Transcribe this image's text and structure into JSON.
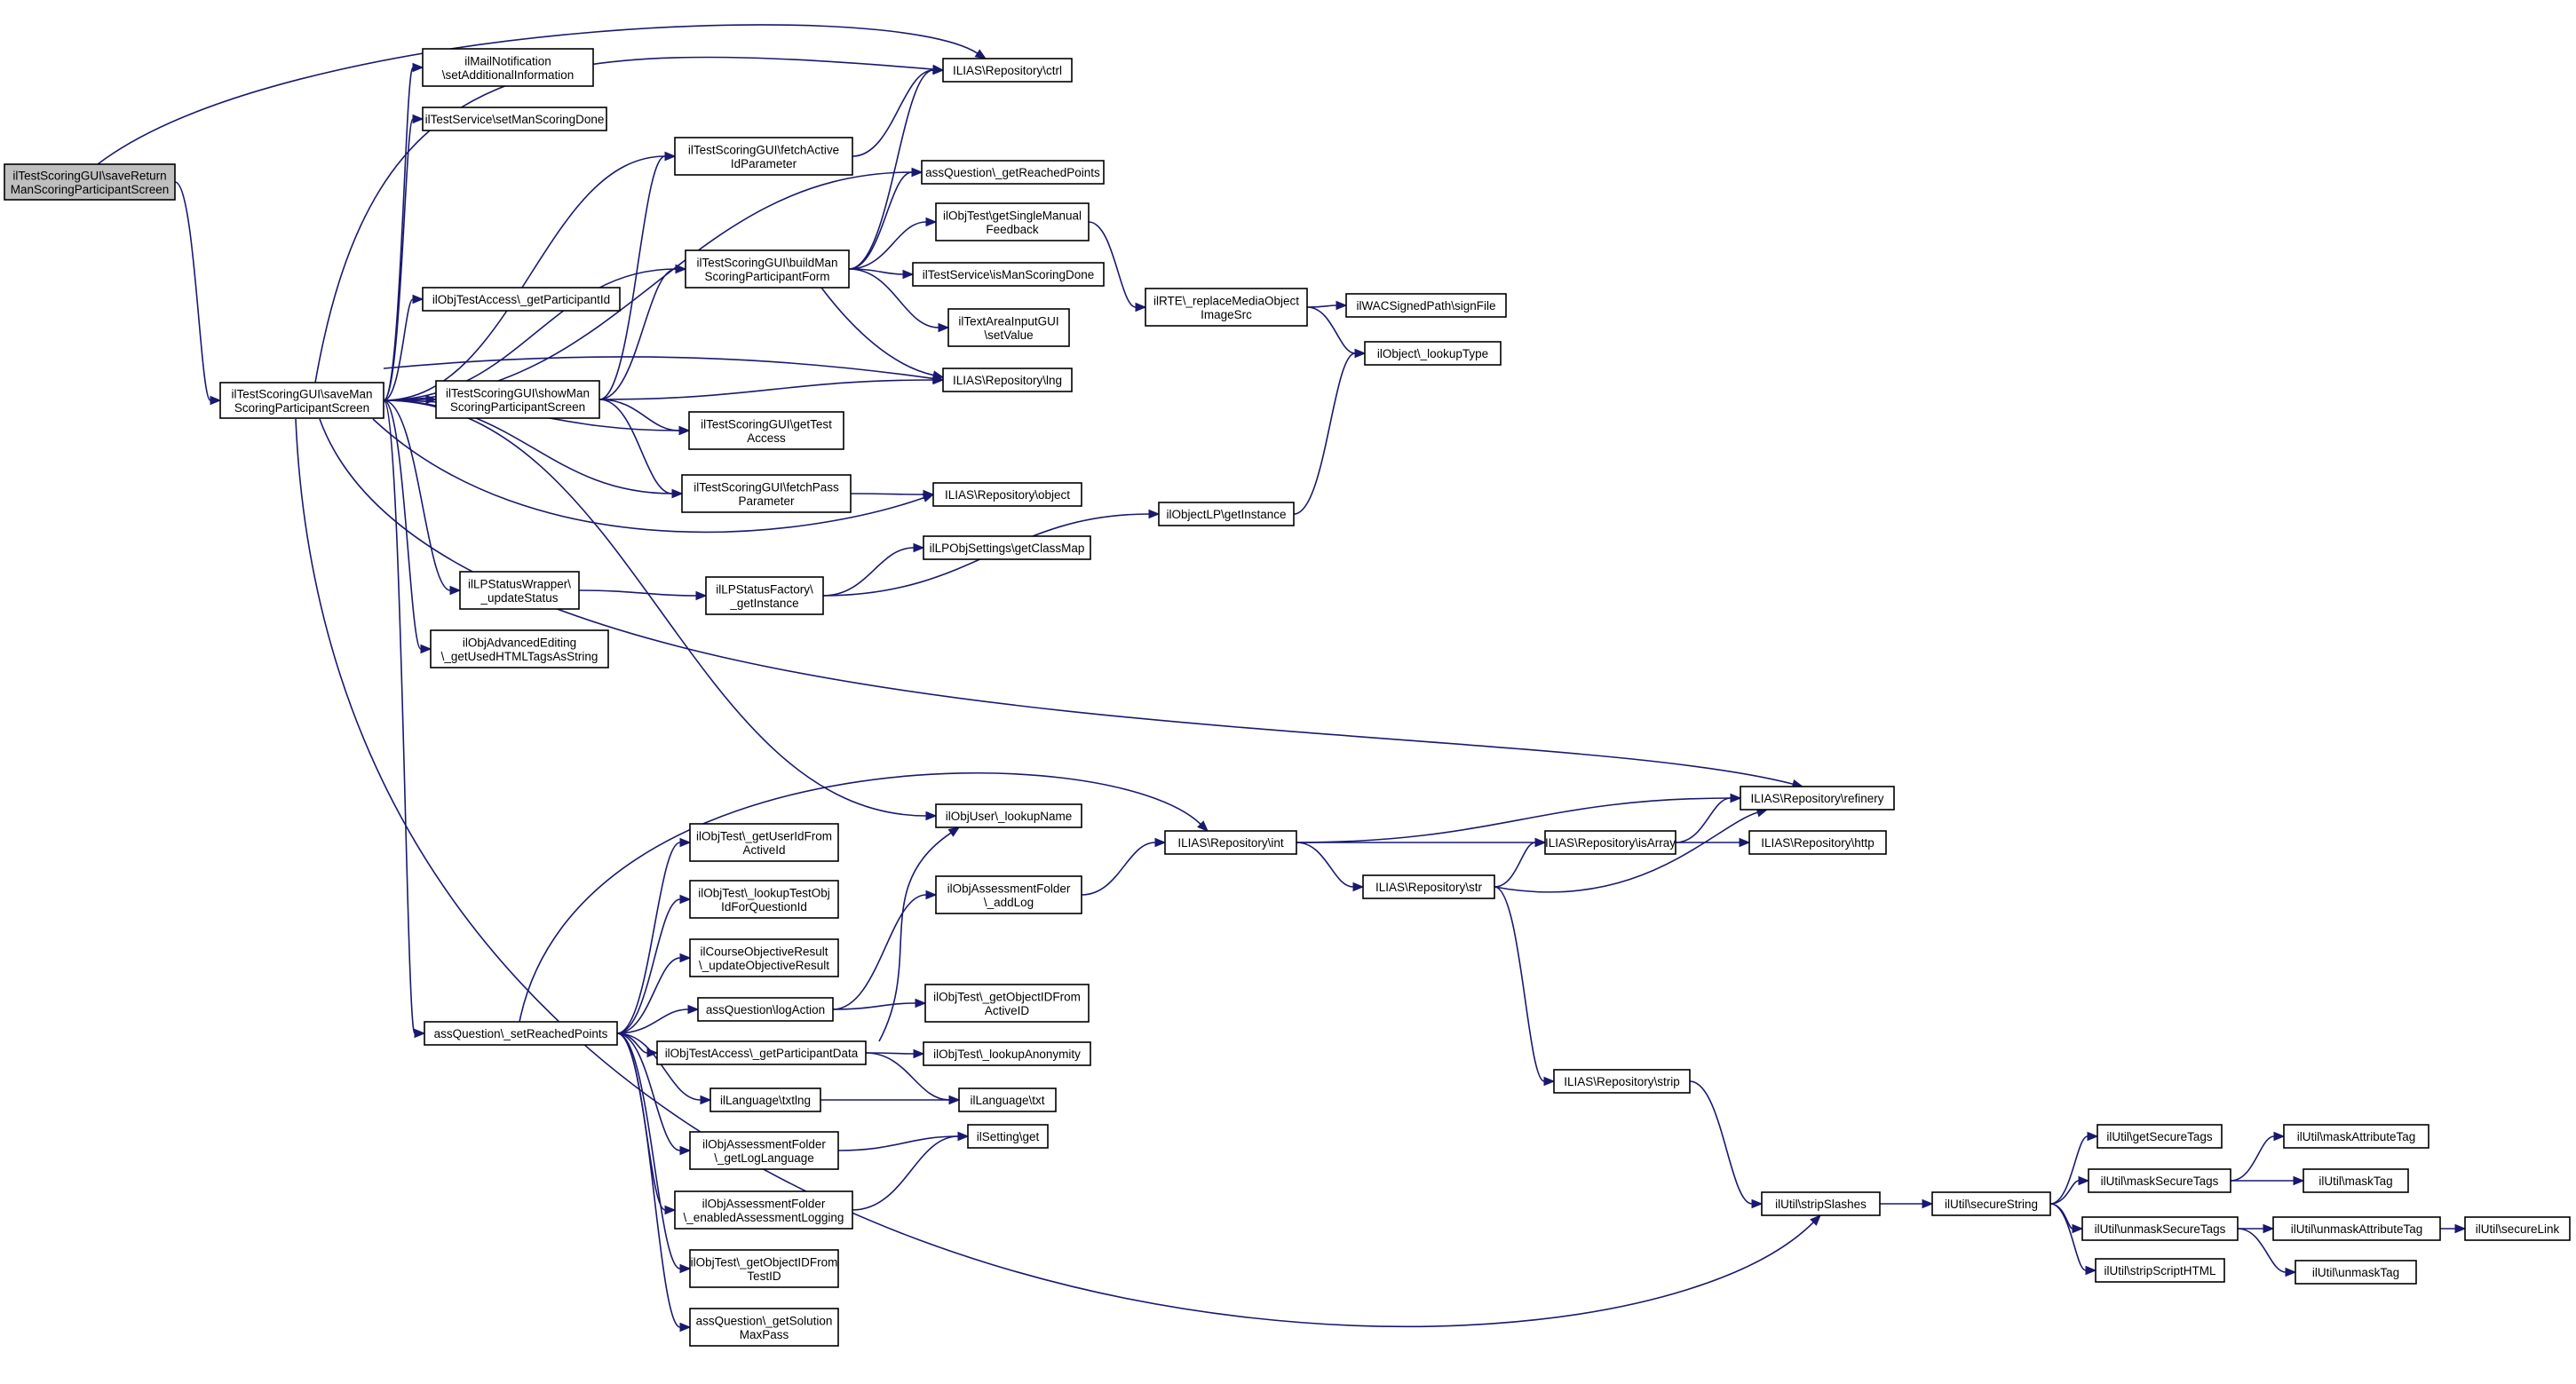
{
  "graph": {
    "colors": {
      "edge": "#191970",
      "node_border": "#000000",
      "node_fill": "#ffffff",
      "root_fill": "#bfbfbf"
    },
    "nodes": [
      {
        "id": "saveReturn",
        "lines": [
          "ilTestScoringGUI\\saveReturn",
          "ManScoringParticipantScreen"
        ],
        "root": true
      },
      {
        "id": "saveMan",
        "lines": [
          "ilTestScoringGUI\\saveMan",
          "ScoringParticipantScreen"
        ]
      },
      {
        "id": "ctrl",
        "lines": [
          "ILIAS\\Repository\\ctrl"
        ]
      },
      {
        "id": "mailNotif",
        "lines": [
          "ilMailNotification",
          "\\setAdditionalInformation"
        ]
      },
      {
        "id": "setManScoringDone",
        "lines": [
          "ilTestService\\setManScoringDone"
        ]
      },
      {
        "id": "fetchActiveId",
        "lines": [
          "ilTestScoringGUI\\fetchActive",
          "IdParameter"
        ]
      },
      {
        "id": "getReachedPoints",
        "lines": [
          "assQuestion\\_getReachedPoints"
        ]
      },
      {
        "id": "getSingleManualFeedback",
        "lines": [
          "ilObjTest\\getSingleManual",
          "Feedback"
        ]
      },
      {
        "id": "buildMan",
        "lines": [
          "ilTestScoringGUI\\buildMan",
          "ScoringParticipantForm"
        ]
      },
      {
        "id": "isManScoringDone",
        "lines": [
          "ilTestService\\isManScoringDone"
        ]
      },
      {
        "id": "replaceMedia",
        "lines": [
          "ilRTE\\_replaceMediaObject",
          "ImageSrc"
        ]
      },
      {
        "id": "signFile",
        "lines": [
          "ilWACSignedPath\\signFile"
        ]
      },
      {
        "id": "getParticipantId",
        "lines": [
          "ilObjTestAccess\\_getParticipantId"
        ]
      },
      {
        "id": "textAreaSetValue",
        "lines": [
          "ilTextAreaInputGUI",
          "\\setValue"
        ]
      },
      {
        "id": "lookupType",
        "lines": [
          "ilObject\\_lookupType"
        ]
      },
      {
        "id": "showMan",
        "lines": [
          "ilTestScoringGUI\\showMan",
          "ScoringParticipantScreen"
        ]
      },
      {
        "id": "lng",
        "lines": [
          "ILIAS\\Repository\\lng"
        ]
      },
      {
        "id": "getTestAccess",
        "lines": [
          "ilTestScoringGUI\\getTest",
          "Access"
        ]
      },
      {
        "id": "fetchPass",
        "lines": [
          "ilTestScoringGUI\\fetchPass",
          "Parameter"
        ]
      },
      {
        "id": "object",
        "lines": [
          "ILIAS\\Repository\\object"
        ]
      },
      {
        "id": "objectLPGetInstance",
        "lines": [
          "ilObjectLP\\getInstance"
        ]
      },
      {
        "id": "getClassMap",
        "lines": [
          "ilLPObjSettings\\getClassMap"
        ]
      },
      {
        "id": "updateStatus",
        "lines": [
          "ilLPStatusWrapper\\",
          "_updateStatus"
        ]
      },
      {
        "id": "lpStatusFactory",
        "lines": [
          "ilLPStatusFactory\\",
          "_getInstance"
        ]
      },
      {
        "id": "usedHTMLTags",
        "lines": [
          "ilObjAdvancedEditing",
          "\\_getUsedHTMLTagsAsString"
        ]
      },
      {
        "id": "refinery",
        "lines": [
          "ILIAS\\Repository\\refinery"
        ]
      },
      {
        "id": "lookupName",
        "lines": [
          "ilObjUser\\_lookupName"
        ]
      },
      {
        "id": "int",
        "lines": [
          "ILIAS\\Repository\\int"
        ]
      },
      {
        "id": "isArray",
        "lines": [
          "ILIAS\\Repository\\isArray"
        ]
      },
      {
        "id": "http",
        "lines": [
          "ILIAS\\Repository\\http"
        ]
      },
      {
        "id": "getUserIdFromActiveId",
        "lines": [
          "ilObjTest\\_getUserIdFrom",
          "ActiveId"
        ]
      },
      {
        "id": "lookupTestObjId",
        "lines": [
          "ilObjTest\\_lookupTestObj",
          "IdForQuestionId"
        ]
      },
      {
        "id": "addLog",
        "lines": [
          "ilObjAssessmentFolder",
          "\\_addLog"
        ]
      },
      {
        "id": "str",
        "lines": [
          "ILIAS\\Repository\\str"
        ]
      },
      {
        "id": "updateObjectiveResult",
        "lines": [
          "ilCourseObjectiveResult",
          "\\_updateObjectiveResult"
        ]
      },
      {
        "id": "logAction",
        "lines": [
          "assQuestion\\logAction"
        ]
      },
      {
        "id": "getObjectIdFromActiveId",
        "lines": [
          "ilObjTest\\_getObjectIDFrom",
          "ActiveID"
        ]
      },
      {
        "id": "setReachedPoints",
        "lines": [
          "assQuestion\\_setReachedPoints"
        ]
      },
      {
        "id": "getParticipantData",
        "lines": [
          "ilObjTestAccess\\_getParticipantData"
        ]
      },
      {
        "id": "lookupAnonymity",
        "lines": [
          "ilObjTest\\_lookupAnonymity"
        ]
      },
      {
        "id": "strip",
        "lines": [
          "ILIAS\\Repository\\strip"
        ]
      },
      {
        "id": "txtlng",
        "lines": [
          "ilLanguage\\txtlng"
        ]
      },
      {
        "id": "txt",
        "lines": [
          "ilLanguage\\txt"
        ]
      },
      {
        "id": "getLogLanguage",
        "lines": [
          "ilObjAssessmentFolder",
          "\\_getLogLanguage"
        ]
      },
      {
        "id": "settingGet",
        "lines": [
          "ilSetting\\get"
        ]
      },
      {
        "id": "enabledLogging",
        "lines": [
          "ilObjAssessmentFolder",
          "\\_enabledAssessmentLogging"
        ]
      },
      {
        "id": "getObjectIdFromTestId",
        "lines": [
          "ilObjTest\\_getObjectIDFrom",
          "TestID"
        ]
      },
      {
        "id": "getSolutionMaxPass",
        "lines": [
          "assQuestion\\_getSolution",
          "MaxPass"
        ]
      },
      {
        "id": "getSecureTags",
        "lines": [
          "ilUtil\\getSecureTags"
        ]
      },
      {
        "id": "maskAttributeTag",
        "lines": [
          "ilUtil\\maskAttributeTag"
        ]
      },
      {
        "id": "maskSecureTags",
        "lines": [
          "ilUtil\\maskSecureTags"
        ]
      },
      {
        "id": "maskTag",
        "lines": [
          "ilUtil\\maskTag"
        ]
      },
      {
        "id": "stripSlashes",
        "lines": [
          "ilUtil\\stripSlashes"
        ]
      },
      {
        "id": "secureString",
        "lines": [
          "ilUtil\\secureString"
        ]
      },
      {
        "id": "unmaskSecureTags",
        "lines": [
          "ilUtil\\unmaskSecureTags"
        ]
      },
      {
        "id": "unmaskAttributeTag",
        "lines": [
          "ilUtil\\unmaskAttributeTag"
        ]
      },
      {
        "id": "secureLink",
        "lines": [
          "ilUtil\\secureLink"
        ]
      },
      {
        "id": "stripScriptHTML",
        "lines": [
          "ilUtil\\stripScriptHTML"
        ]
      },
      {
        "id": "unmaskTag",
        "lines": [
          "ilUtil\\unmaskTag"
        ]
      }
    ],
    "edges": [
      [
        "saveReturn",
        "saveMan"
      ],
      [
        "saveReturn",
        "ctrl"
      ],
      [
        "saveMan",
        "ctrl"
      ],
      [
        "saveMan",
        "mailNotif"
      ],
      [
        "saveMan",
        "setManScoringDone"
      ],
      [
        "saveMan",
        "fetchActiveId"
      ],
      [
        "saveMan",
        "getReachedPoints"
      ],
      [
        "saveMan",
        "buildMan"
      ],
      [
        "saveMan",
        "getParticipantId"
      ],
      [
        "saveMan",
        "showMan"
      ],
      [
        "saveMan",
        "lng"
      ],
      [
        "saveMan",
        "getTestAccess"
      ],
      [
        "saveMan",
        "fetchPass"
      ],
      [
        "saveMan",
        "object"
      ],
      [
        "saveMan",
        "updateStatus"
      ],
      [
        "saveMan",
        "usedHTMLTags"
      ],
      [
        "saveMan",
        "refinery"
      ],
      [
        "saveMan",
        "lookupName"
      ],
      [
        "saveMan",
        "setReachedPoints"
      ],
      [
        "saveMan",
        "stripSlashes"
      ],
      [
        "fetchActiveId",
        "ctrl"
      ],
      [
        "buildMan",
        "ctrl"
      ],
      [
        "buildMan",
        "getReachedPoints"
      ],
      [
        "buildMan",
        "getSingleManualFeedback"
      ],
      [
        "buildMan",
        "isManScoringDone"
      ],
      [
        "buildMan",
        "textAreaSetValue"
      ],
      [
        "buildMan",
        "lng"
      ],
      [
        "getSingleManualFeedback",
        "replaceMedia"
      ],
      [
        "replaceMedia",
        "signFile"
      ],
      [
        "replaceMedia",
        "lookupType"
      ],
      [
        "showMan",
        "fetchActiveId"
      ],
      [
        "showMan",
        "buildMan"
      ],
      [
        "showMan",
        "lng"
      ],
      [
        "showMan",
        "getTestAccess"
      ],
      [
        "showMan",
        "fetchPass"
      ],
      [
        "fetchPass",
        "object"
      ],
      [
        "updateStatus",
        "lpStatusFactory"
      ],
      [
        "lpStatusFactory",
        "getClassMap"
      ],
      [
        "lpStatusFactory",
        "objectLPGetInstance"
      ],
      [
        "objectLPGetInstance",
        "lookupType"
      ],
      [
        "setReachedPoints",
        "int"
      ],
      [
        "setReachedPoints",
        "getUserIdFromActiveId"
      ],
      [
        "setReachedPoints",
        "lookupTestObjId"
      ],
      [
        "setReachedPoints",
        "updateObjectiveResult"
      ],
      [
        "setReachedPoints",
        "logAction"
      ],
      [
        "setReachedPoints",
        "getParticipantData"
      ],
      [
        "setReachedPoints",
        "txtlng"
      ],
      [
        "setReachedPoints",
        "getLogLanguage"
      ],
      [
        "setReachedPoints",
        "enabledLogging"
      ],
      [
        "setReachedPoints",
        "getObjectIdFromTestId"
      ],
      [
        "setReachedPoints",
        "getSolutionMaxPass"
      ],
      [
        "logAction",
        "addLog"
      ],
      [
        "logAction",
        "getObjectIdFromActiveId"
      ],
      [
        "addLog",
        "int"
      ],
      [
        "int",
        "refinery"
      ],
      [
        "int",
        "isArray"
      ],
      [
        "int",
        "str"
      ],
      [
        "isArray",
        "refinery"
      ],
      [
        "isArray",
        "http"
      ],
      [
        "str",
        "isArray"
      ],
      [
        "str",
        "refinery"
      ],
      [
        "str",
        "strip"
      ],
      [
        "strip",
        "stripSlashes"
      ],
      [
        "getParticipantData",
        "lookupName"
      ],
      [
        "getParticipantData",
        "lookupAnonymity"
      ],
      [
        "getParticipantData",
        "txt"
      ],
      [
        "txtlng",
        "txt"
      ],
      [
        "getLogLanguage",
        "settingGet"
      ],
      [
        "enabledLogging",
        "settingGet"
      ],
      [
        "stripSlashes",
        "secureString"
      ],
      [
        "secureString",
        "getSecureTags"
      ],
      [
        "secureString",
        "maskSecureTags"
      ],
      [
        "secureString",
        "unmaskSecureTags"
      ],
      [
        "secureString",
        "stripScriptHTML"
      ],
      [
        "maskSecureTags",
        "maskAttributeTag"
      ],
      [
        "maskSecureTags",
        "maskTag"
      ],
      [
        "unmaskSecureTags",
        "unmaskAttributeTag"
      ],
      [
        "unmaskSecureTags",
        "unmaskTag"
      ],
      [
        "unmaskAttributeTag",
        "secureLink"
      ]
    ]
  }
}
